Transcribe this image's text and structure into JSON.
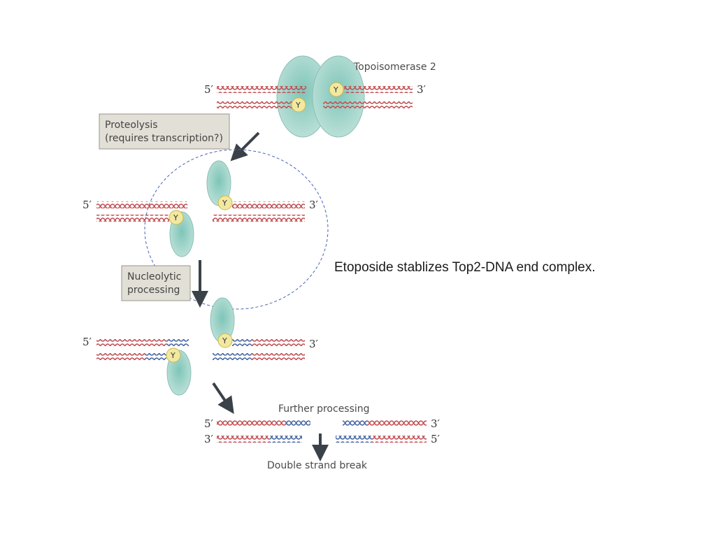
{
  "diagram": {
    "enzyme_label": "Topoisomerase 2",
    "five_prime": "5′",
    "three_prime": "3′",
    "tyrosine": "Y",
    "box_proteolysis": [
      "Proteolysis",
      "(requires transcription?)"
    ],
    "box_nucleolytic": [
      "Nucleolytic",
      "processing"
    ],
    "further_processing": "Further processing",
    "double_strand_break": "Double strand break"
  },
  "caption": "Etoposide stablizes Top2-DNA end complex.",
  "colors": {
    "protein": "#a8d5cc",
    "tyrosine_fill": "#f3e8a0",
    "dna_red": "#c0484d",
    "dna_blue": "#3f5f9e",
    "box_fill": "#e2dfd6",
    "arrow": "#3b4148",
    "circle": "#4a63b8"
  }
}
